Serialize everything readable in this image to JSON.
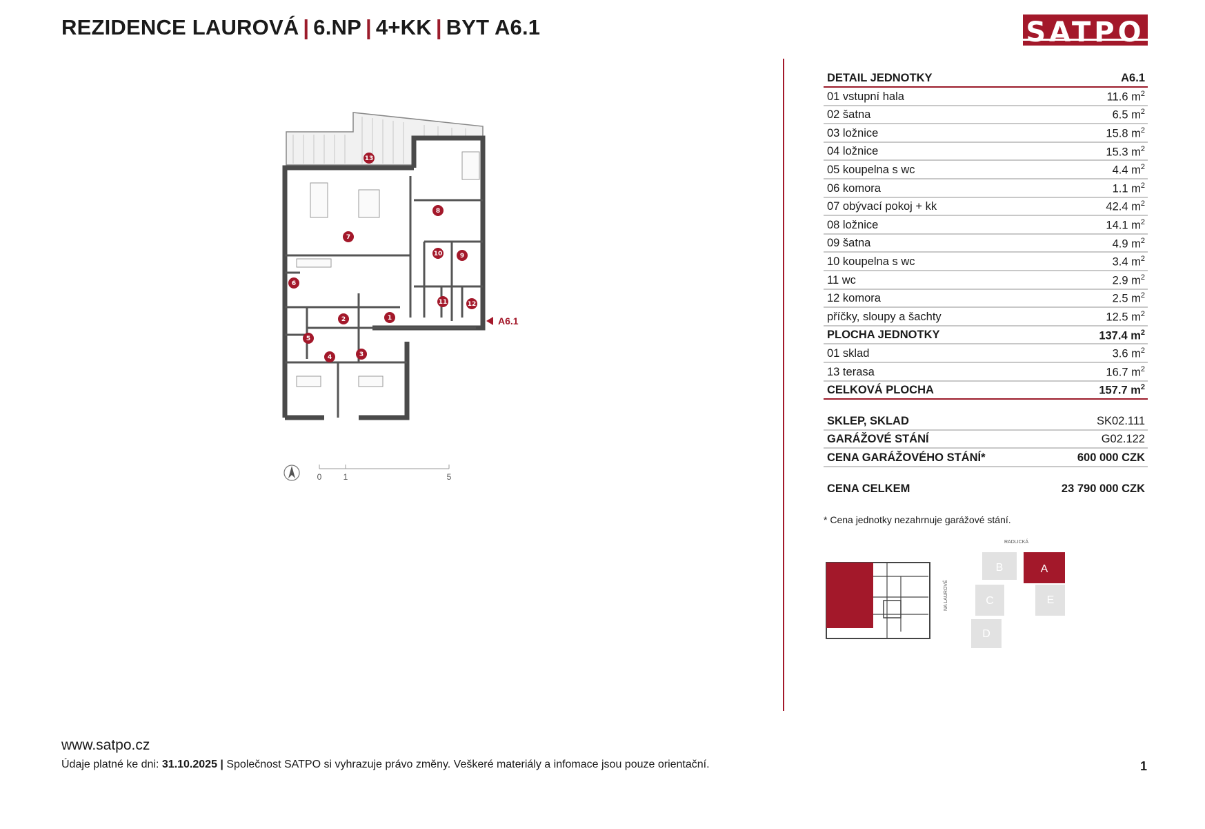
{
  "header": {
    "title_parts": [
      "REZIDENCE LAUROVÁ",
      "6.NP",
      "4+KK",
      "BYT A6.1"
    ],
    "logo_text": "SATPO"
  },
  "colors": {
    "accent": "#a3182a",
    "wall": "#4a4a4a",
    "grey_block": "#e2e2e2"
  },
  "plan": {
    "room_markers": [
      "1",
      "2",
      "3",
      "4",
      "5",
      "6",
      "7",
      "8",
      "9",
      "10",
      "11",
      "12",
      "13"
    ],
    "unit_label": "A6.1",
    "scale_labels": [
      "0",
      "1",
      "5"
    ]
  },
  "detail": {
    "header": {
      "name": "DETAIL JEDNOTKY",
      "value": "A6.1"
    },
    "rooms": [
      {
        "name": "01 vstupní hala",
        "area": "11.6 m",
        "unit_sup": "2"
      },
      {
        "name": "02 šatna",
        "area": "6.5 m",
        "unit_sup": "2"
      },
      {
        "name": "03 ložnice",
        "area": "15.8 m",
        "unit_sup": "2"
      },
      {
        "name": "04 ložnice",
        "area": "15.3 m",
        "unit_sup": "2"
      },
      {
        "name": "05 koupelna s wc",
        "area": "4.4 m",
        "unit_sup": "2"
      },
      {
        "name": "06 komora",
        "area": "1.1 m",
        "unit_sup": "2"
      },
      {
        "name": "07 obývací pokoj + kk",
        "area": "42.4 m",
        "unit_sup": "2"
      },
      {
        "name": "08 ložnice",
        "area": "14.1 m",
        "unit_sup": "2"
      },
      {
        "name": "09 šatna",
        "area": "4.9 m",
        "unit_sup": "2"
      },
      {
        "name": "10 koupelna s wc",
        "area": "3.4 m",
        "unit_sup": "2"
      },
      {
        "name": "11 wc",
        "area": "2.9 m",
        "unit_sup": "2"
      },
      {
        "name": "12 komora",
        "area": "2.5 m",
        "unit_sup": "2"
      },
      {
        "name": "příčky, sloupy a šachty",
        "area": "12.5 m",
        "unit_sup": "2"
      }
    ],
    "unit_total": {
      "name": "PLOCHA JEDNOTKY",
      "area": "137.4 m",
      "unit_sup": "2"
    },
    "extras": [
      {
        "name": "01 sklad",
        "area": "3.6 m",
        "unit_sup": "2"
      },
      {
        "name": "13 terasa",
        "area": "16.7 m",
        "unit_sup": "2"
      }
    ],
    "grand_total": {
      "name": "CELKOVÁ PLOCHA",
      "area": "157.7 m",
      "unit_sup": "2"
    },
    "storage": {
      "name": "SKLEP, SKLAD",
      "value": "SK02.111"
    },
    "garage": {
      "name": "GARÁŽOVÉ STÁNÍ",
      "value": "G02.122"
    },
    "garage_price": {
      "name": "CENA GARÁŽOVÉHO STÁNÍ*",
      "value": "600 000 CZK"
    },
    "total_price": {
      "name": "CENA CELKEM",
      "value": "23 790 000 CZK"
    },
    "note": "* Cena jednotky nezahrnuje garážové stání."
  },
  "site_map": {
    "street_top": "RADLICKÁ",
    "street_side": "NA LAUROVÉ",
    "blocks": [
      "A",
      "B",
      "C",
      "D",
      "E"
    ]
  },
  "footer": {
    "website": "www.satpo.cz",
    "validity_label": "Údaje platné ke dni:",
    "validity_date": "31.10.2025",
    "sep": "|",
    "disclaimer": "Společnost SATPO si vyhrazuje právo změny. Veškeré materiály a infomace jsou pouze orientační.",
    "page_number": "1"
  }
}
